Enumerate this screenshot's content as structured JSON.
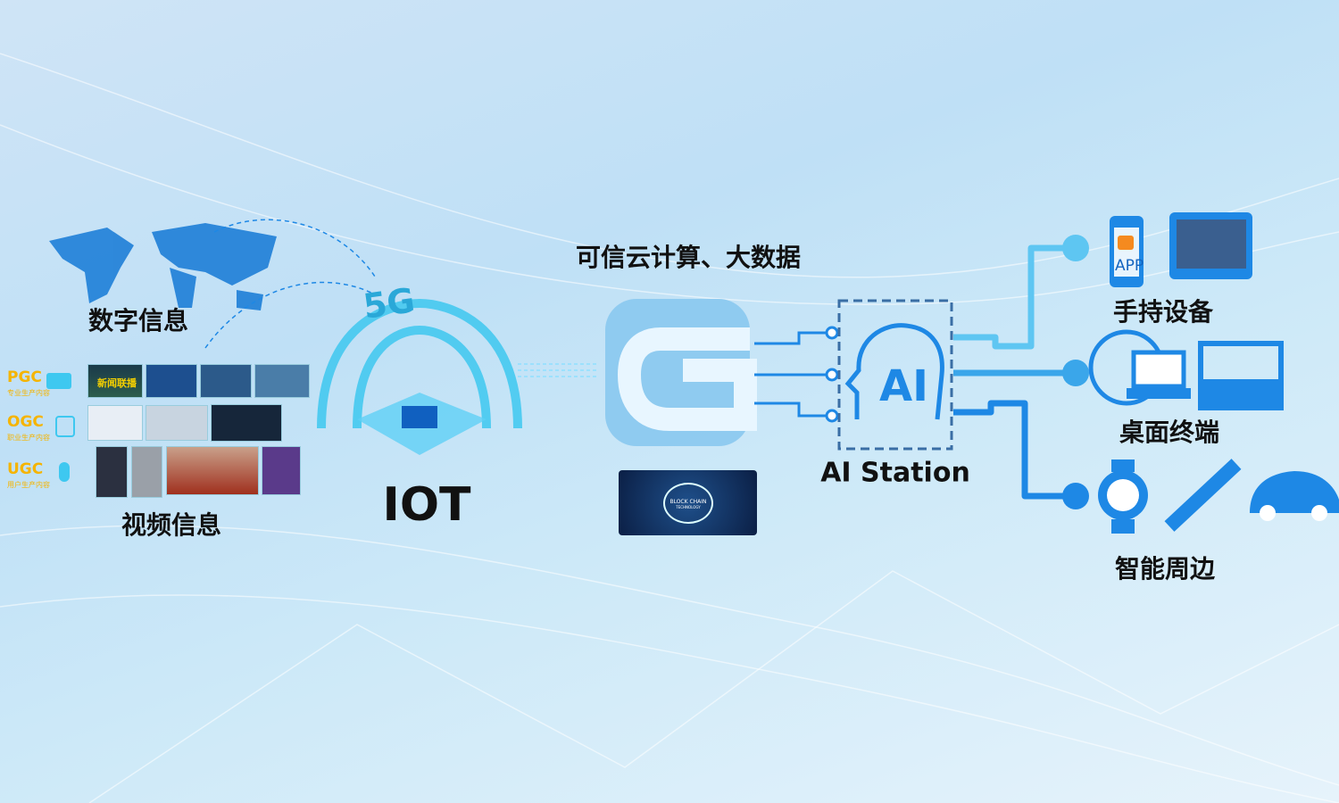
{
  "labels": {
    "digital_info": "数字信息",
    "video_info": "视频信息",
    "iot": "IOT",
    "fiveg": "5G",
    "cloud": "可信云计算、大数据",
    "ai_station": "AI Station",
    "ai": "AI",
    "handheld": "手持设备",
    "desktop": "桌面终端",
    "smart_peripheral": "智能周边",
    "app": "APP",
    "news_title": "新闻联播",
    "blockchain_line1": "BLOCK CHAIN",
    "blockchain_line2": "TECHNOLOGY"
  },
  "sources": [
    {
      "code": "PGC",
      "desc": "专业生产内容",
      "icon": "video-camera-icon"
    },
    {
      "code": "OGC",
      "desc": "职业生产内容",
      "icon": "app-icon"
    },
    {
      "code": "UGC",
      "desc": "用户生产内容",
      "icon": "microphone-icon"
    }
  ],
  "colors": {
    "accent": "#1e88e5",
    "light": "#3ec8f0",
    "gold": "#f5b400",
    "dark": "#0d6fc9"
  }
}
